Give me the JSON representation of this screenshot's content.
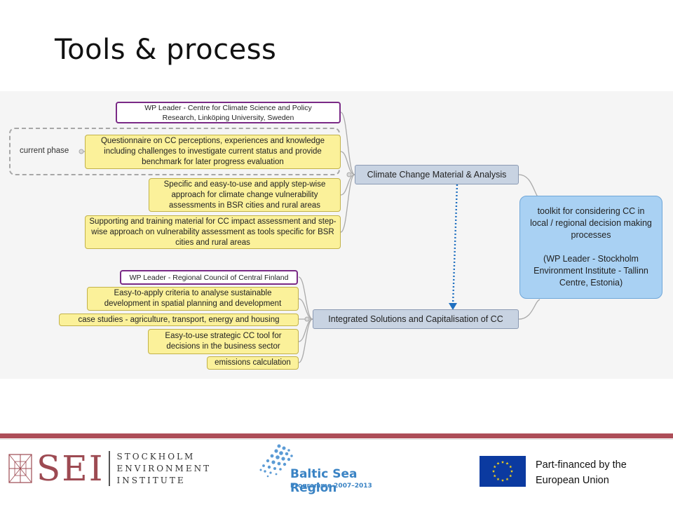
{
  "slide": {
    "title": "Tools & process"
  },
  "diagram": {
    "central": "toolkit for considering CC in local / regional decision making processes\n\n(WP Leader - Stockholm Environment Institute - Tallinn Centre, Estonia)",
    "branch1": {
      "label": "Climate Change Material & Analysis",
      "leader": "WP Leader - Centre for Climate Science and Policy Research, Linköping University, Sweden",
      "items": [
        "Questionnaire on CC perceptions, experiences and knowledge including challenges to investigate current status and provide benchmark for later progress evaluation",
        "Specific and easy-to-use and apply step-wise approach for climate change vulnerability assessments in BSR cities and rural areas",
        "Supporting and training material for CC impact assessment and step-wise approach on vulnerability assessment as tools specific for BSR cities and rural areas"
      ],
      "phase_label": "current phase"
    },
    "branch2": {
      "label": "Integrated Solutions and Capitalisation of CC",
      "leader": "WP Leader - Regional Council of Central Finland",
      "items": [
        "Easy-to-apply criteria to analyse sustainable development in spatial planning and development",
        "case studies - agriculture, transport, energy and housing",
        "Easy-to-use strategic CC tool for decisions in the business sector",
        "emissions calculation"
      ]
    },
    "colors": {
      "item": "#fbf19a",
      "leader_border": "#7a2a86",
      "branch": "#c8d3e2",
      "central": "#a9d1f3",
      "connector": "#1f6fc0"
    }
  },
  "footer": {
    "sei_letters": "SEI",
    "sei_words": [
      "STOCKHOLM",
      "ENVIRONMENT",
      "INSTITUTE"
    ],
    "bsr_title": "Baltic Sea Region",
    "bsr_subtitle": "Programme 2007–2013",
    "eu_text": [
      "Part-financed by the",
      "European Union"
    ]
  }
}
